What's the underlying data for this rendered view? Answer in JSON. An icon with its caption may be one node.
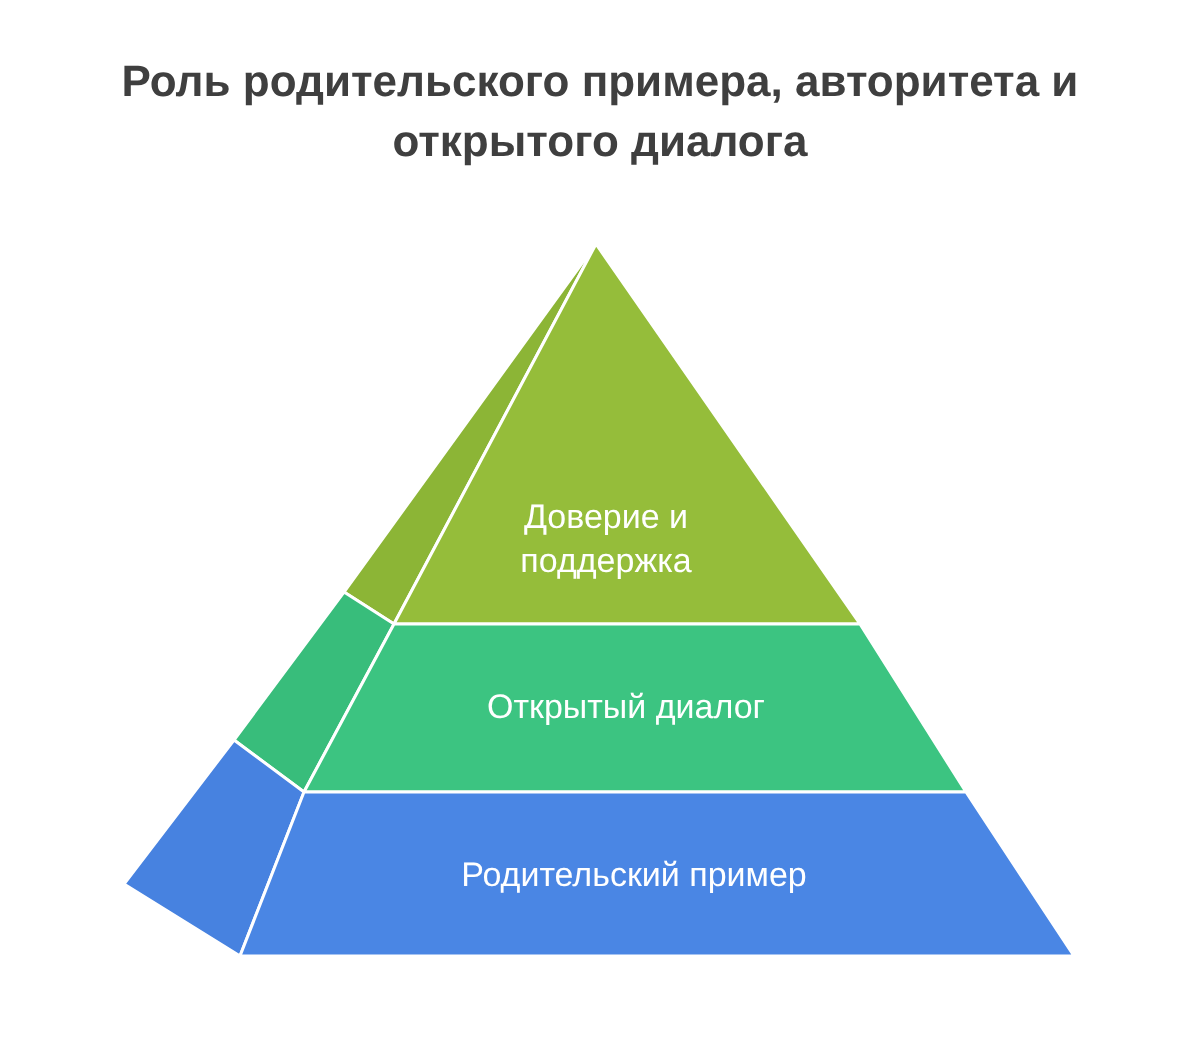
{
  "diagram": {
    "title": "Роль родительского примера, авторитета и открытого диалога",
    "nodes": [
      {
        "text": [
          "Доверие и поддержка"
        ]
      },
      {
        "text": [
          "Открытый диалог"
        ]
      },
      {
        "text": [
          "Родительский пример"
        ]
      }
    ]
  }
}
